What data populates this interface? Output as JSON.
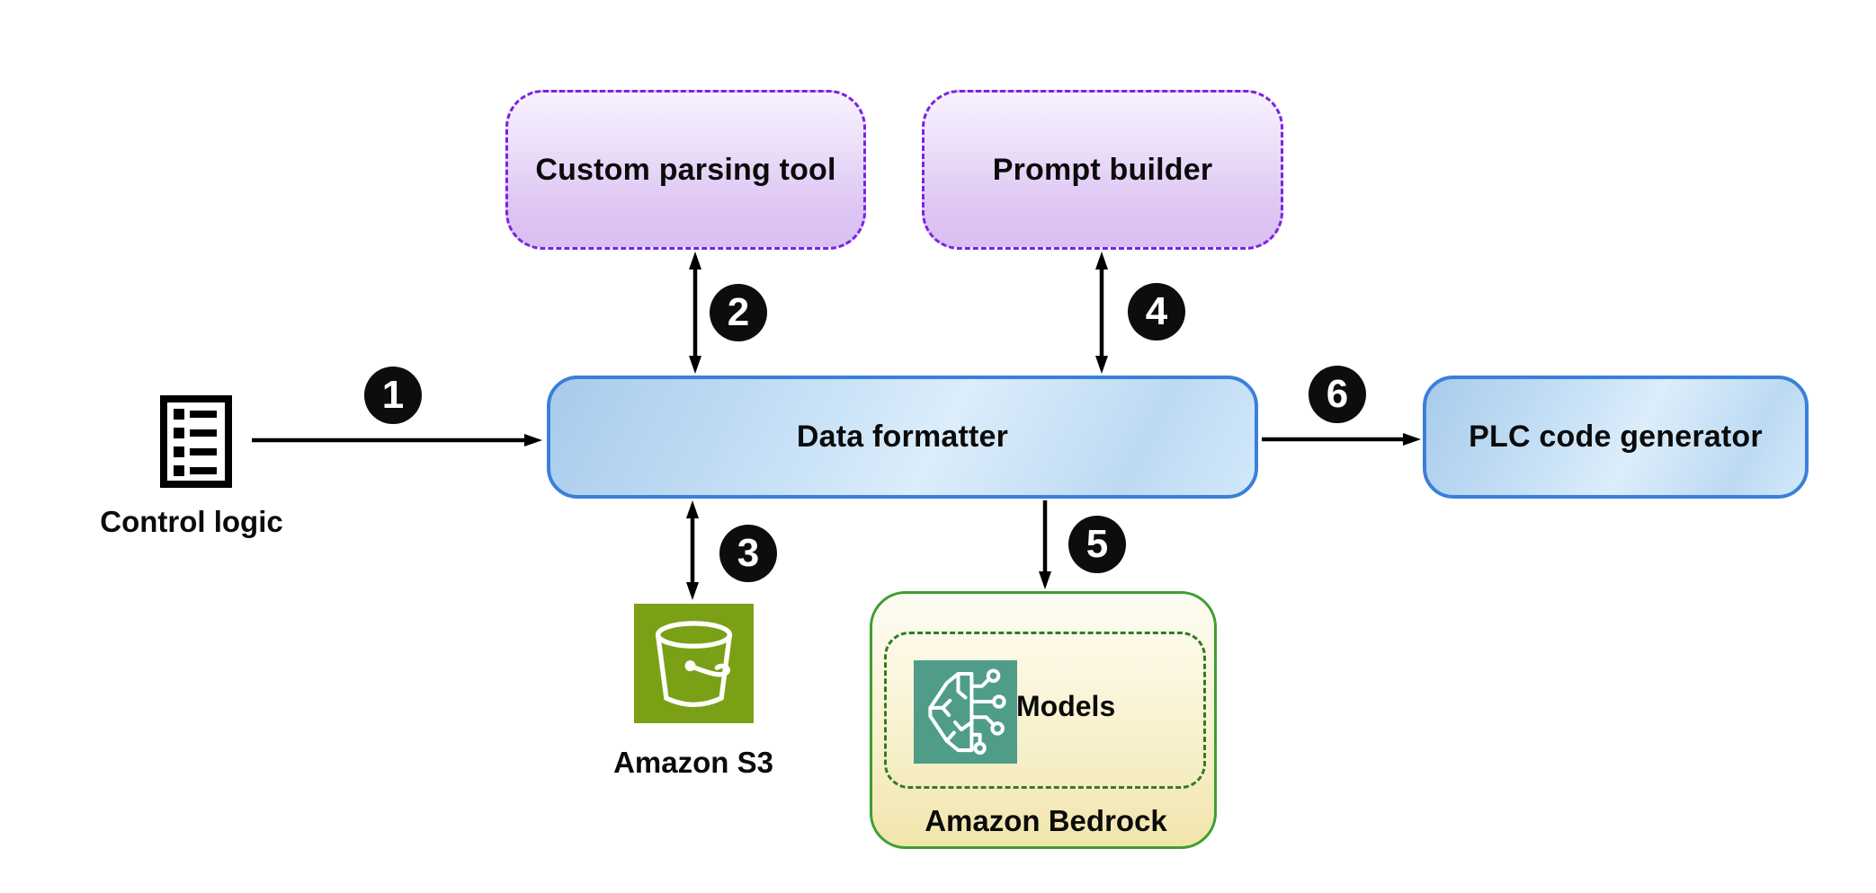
{
  "diagram": {
    "nodes": {
      "control_logic": {
        "label": "Control logic"
      },
      "custom_parsing_tool": {
        "label": "Custom parsing tool"
      },
      "prompt_builder": {
        "label": "Prompt builder"
      },
      "data_formatter": {
        "label": "Data formatter"
      },
      "plc_code_generator": {
        "label": "PLC code generator"
      },
      "amazon_s3": {
        "label": "Amazon S3"
      },
      "amazon_bedrock": {
        "label": "Amazon Bedrock",
        "inner_label": "Models"
      }
    },
    "steps": [
      "1",
      "2",
      "3",
      "4",
      "5",
      "6"
    ],
    "colors": {
      "purple_border": "#7d22e3",
      "purple_fill_top": "#f8f2fd",
      "purple_fill_bottom": "#d9c0f2",
      "blue_border": "#3a80d9",
      "blue_fill_dark": "#a8cbeb",
      "blue_fill_light": "#dcedfb",
      "bedrock_border": "#3f9e2f",
      "bedrock_inner_border": "#2f7d1f",
      "bedrock_fill_top": "#fdfcf3",
      "bedrock_fill_bottom": "#f1e5ac",
      "s3_green": "#7aa116",
      "bedrock_icon_teal": "#4f9d88",
      "badge_background": "#0d0d0d",
      "badge_text": "#ffffff",
      "arrow": "#000000"
    }
  }
}
